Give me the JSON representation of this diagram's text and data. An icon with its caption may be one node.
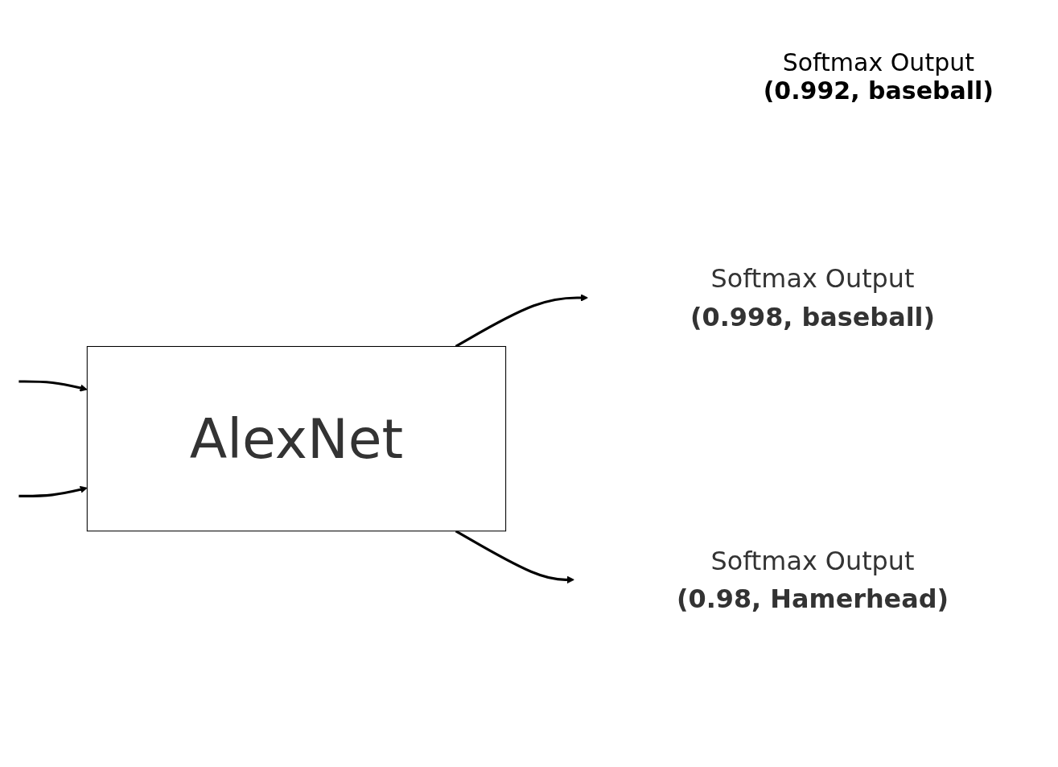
{
  "diagram": {
    "nodes": [
      {
        "text": [
          "AlexNet"
        ]
      },
      {
        "text": [
          "Softmax Output",
          "(0.998, baseball)"
        ]
      },
      {
        "text": [
          "Softmax Output",
          "(0.98, Hamerhead)"
        ]
      }
    ],
    "edges": [
      {
        "from": null,
        "to": 0,
        "arrow": "to"
      },
      {
        "from": null,
        "to": 0,
        "arrow": "to"
      },
      {
        "from": 0,
        "to": 1,
        "arrow": "to"
      },
      {
        "from": 0,
        "to": 2,
        "arrow": "to"
      }
    ],
    "labels": [
      "Softmax Output",
      "(0.992, baseball)"
    ]
  }
}
